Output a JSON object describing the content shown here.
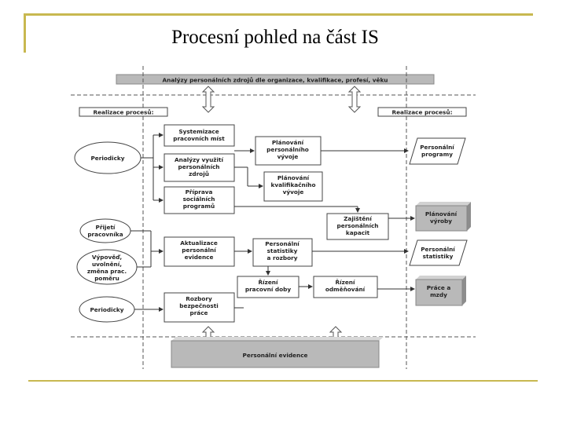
{
  "slide": {
    "title": "Procesní pohled na část IS"
  },
  "diagram": {
    "top_bar": "Analýzy personálních zdrojů dle organizace, kvalifikace, profesí, věku",
    "bottom_bar": "Personální evidence",
    "left_header": "Realizace procesů:",
    "right_header": "Realizace procesů:",
    "triggers": [
      {
        "lines": [
          "Periodicky"
        ]
      },
      {
        "lines": [
          "Přijetí",
          "pracovníka"
        ]
      },
      {
        "lines": [
          "Výpověď,",
          "uvolnění,",
          "změna prac.",
          "poměru"
        ]
      },
      {
        "lines": [
          "Periodicky"
        ]
      }
    ],
    "processes_col1": [
      {
        "lines": [
          "Systemizace",
          "pracovních míst"
        ]
      },
      {
        "lines": [
          "Analýzy využití",
          "personálních",
          "zdrojů"
        ]
      },
      {
        "lines": [
          "Příprava",
          "sociálních",
          "programů"
        ]
      },
      {
        "lines": [
          "Aktualizace",
          "personální",
          "evidence"
        ]
      },
      {
        "lines": [
          "Rozbory",
          "bezpečnosti",
          "práce"
        ]
      }
    ],
    "processes_col2": [
      {
        "lines": [
          "Plánování",
          "personálního",
          "vývoje"
        ]
      },
      {
        "lines": [
          "Plánování",
          "kvalifikačního",
          "vývoje"
        ]
      },
      {
        "lines": [
          "Personální",
          "statistiky",
          "a rozbory"
        ]
      },
      {
        "lines": [
          "Řízení",
          "pracovní doby"
        ]
      }
    ],
    "processes_col3": [
      {
        "lines": [
          "Zajištění",
          "personálních",
          "kapacit"
        ]
      },
      {
        "lines": [
          "Řízení",
          "odměňování"
        ]
      }
    ],
    "outputs": [
      {
        "lines": [
          "Personální",
          "programy"
        ]
      },
      {
        "lines": [
          "Plánování",
          "výroby"
        ]
      },
      {
        "lines": [
          "Personální",
          "statistiky"
        ]
      },
      {
        "lines": [
          "Práce a",
          "mzdy"
        ]
      }
    ]
  }
}
